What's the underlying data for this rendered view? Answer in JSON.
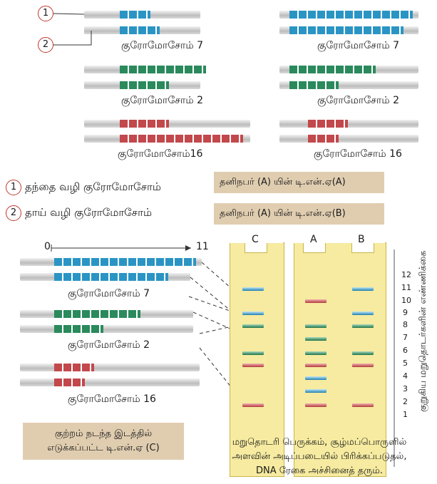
{
  "markers": {
    "one": "1",
    "two": "2"
  },
  "top_left": {
    "chr7": "குரோமோசோம் 7",
    "chr2": "குரோமோசோம் 2",
    "chr16": "குரோமோசோம்16"
  },
  "top_right": {
    "chr7": "குரோமோசோம் 7",
    "chr2": "குரோமோசோம் 2",
    "chr16": "குரோமோசோம் 16"
  },
  "legend": {
    "father": "தந்தை வழி குரோமோசோம்",
    "mother": "தாய் வழி குரோமோசோம்"
  },
  "boxes": {
    "dna_a": "தனிநபர் (A) யின் டி.என்.ஏ(A)",
    "dna_b": "தனிநபர் (A) யின் டி.என்.ஏ(B)",
    "dna_c": "குற்றம் நடந்த இடத்தில் எடுக்கப்பட்ட டி.என்.ஏ (C)"
  },
  "scale": {
    "start": "0",
    "end": "11"
  },
  "bottom_left": {
    "chr7": "குரோமோசோம் 7",
    "chr2": "குரோமோசோம் 2",
    "chr16": "குரோமோசோம் 16"
  },
  "gel": {
    "lane_c": "C",
    "lane_a": "A",
    "lane_b": "B",
    "axis_title": "குறுகிய மறுதொடர்களின் எண்ணிக்கை",
    "ticks": [
      "12",
      "11",
      "10",
      "9",
      "8",
      "7",
      "6",
      "5",
      "4",
      "3",
      "2",
      "1"
    ]
  },
  "caption": {
    "line1": "மறுதொடரி பெருக்கம், சூழ்மப்பொருளில்",
    "line2": "அளவின் அடிப்படையில் பிரிக்கப்படுதல்,",
    "line3": "DNA ரேகை அச்சினைத் தரும்."
  }
}
